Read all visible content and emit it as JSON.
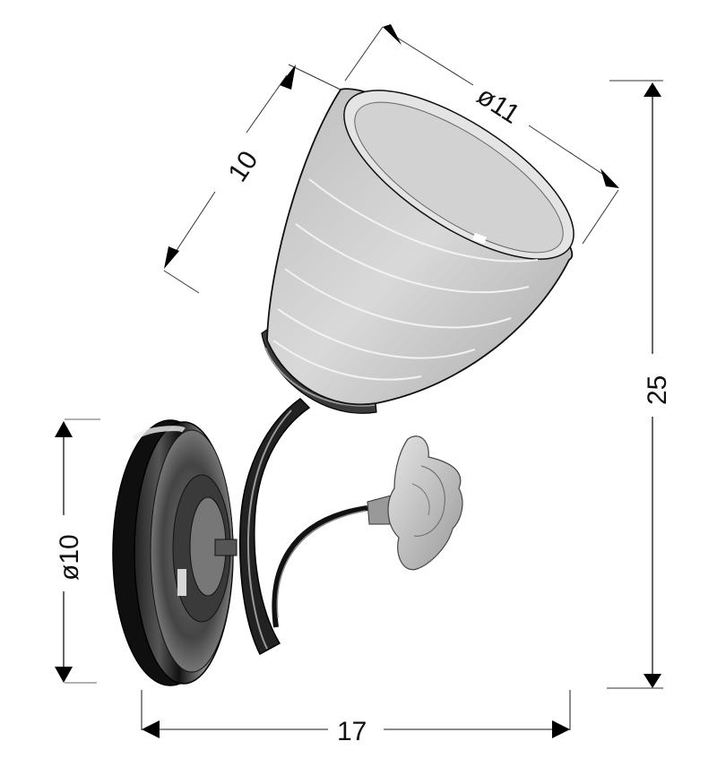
{
  "diagram": {
    "subject": "wall lamp (sconce) with glass shade and flower ornament",
    "units": "cm",
    "dimensions": {
      "shade_diameter": "ø11",
      "shade_height": "10",
      "total_height": "25",
      "base_diameter": "ø10",
      "total_depth": "17"
    },
    "colors": {
      "background": "#ffffff",
      "lines": "#111111",
      "dimension_lines": "#666666",
      "chrome_dark": "#1a1a1a",
      "glass": "#c8c8c8"
    }
  }
}
